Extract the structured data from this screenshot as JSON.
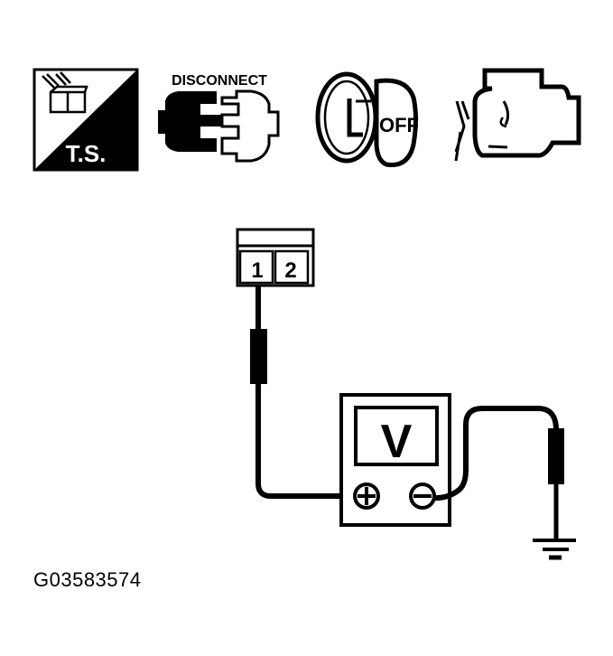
{
  "icons": {
    "ts": {
      "label": "T.S."
    },
    "disconnect": {
      "label": "DISCONNECT"
    },
    "ignition": {
      "label": "OFF"
    },
    "engine": {
      "label": ""
    }
  },
  "connector": {
    "terminals": [
      "1",
      "2"
    ]
  },
  "meter": {
    "display": "V",
    "positive_terminal": "+",
    "negative_terminal": "−"
  },
  "figure_id": "G03583574",
  "colors": {
    "ink": "#000000",
    "background": "#ffffff"
  }
}
